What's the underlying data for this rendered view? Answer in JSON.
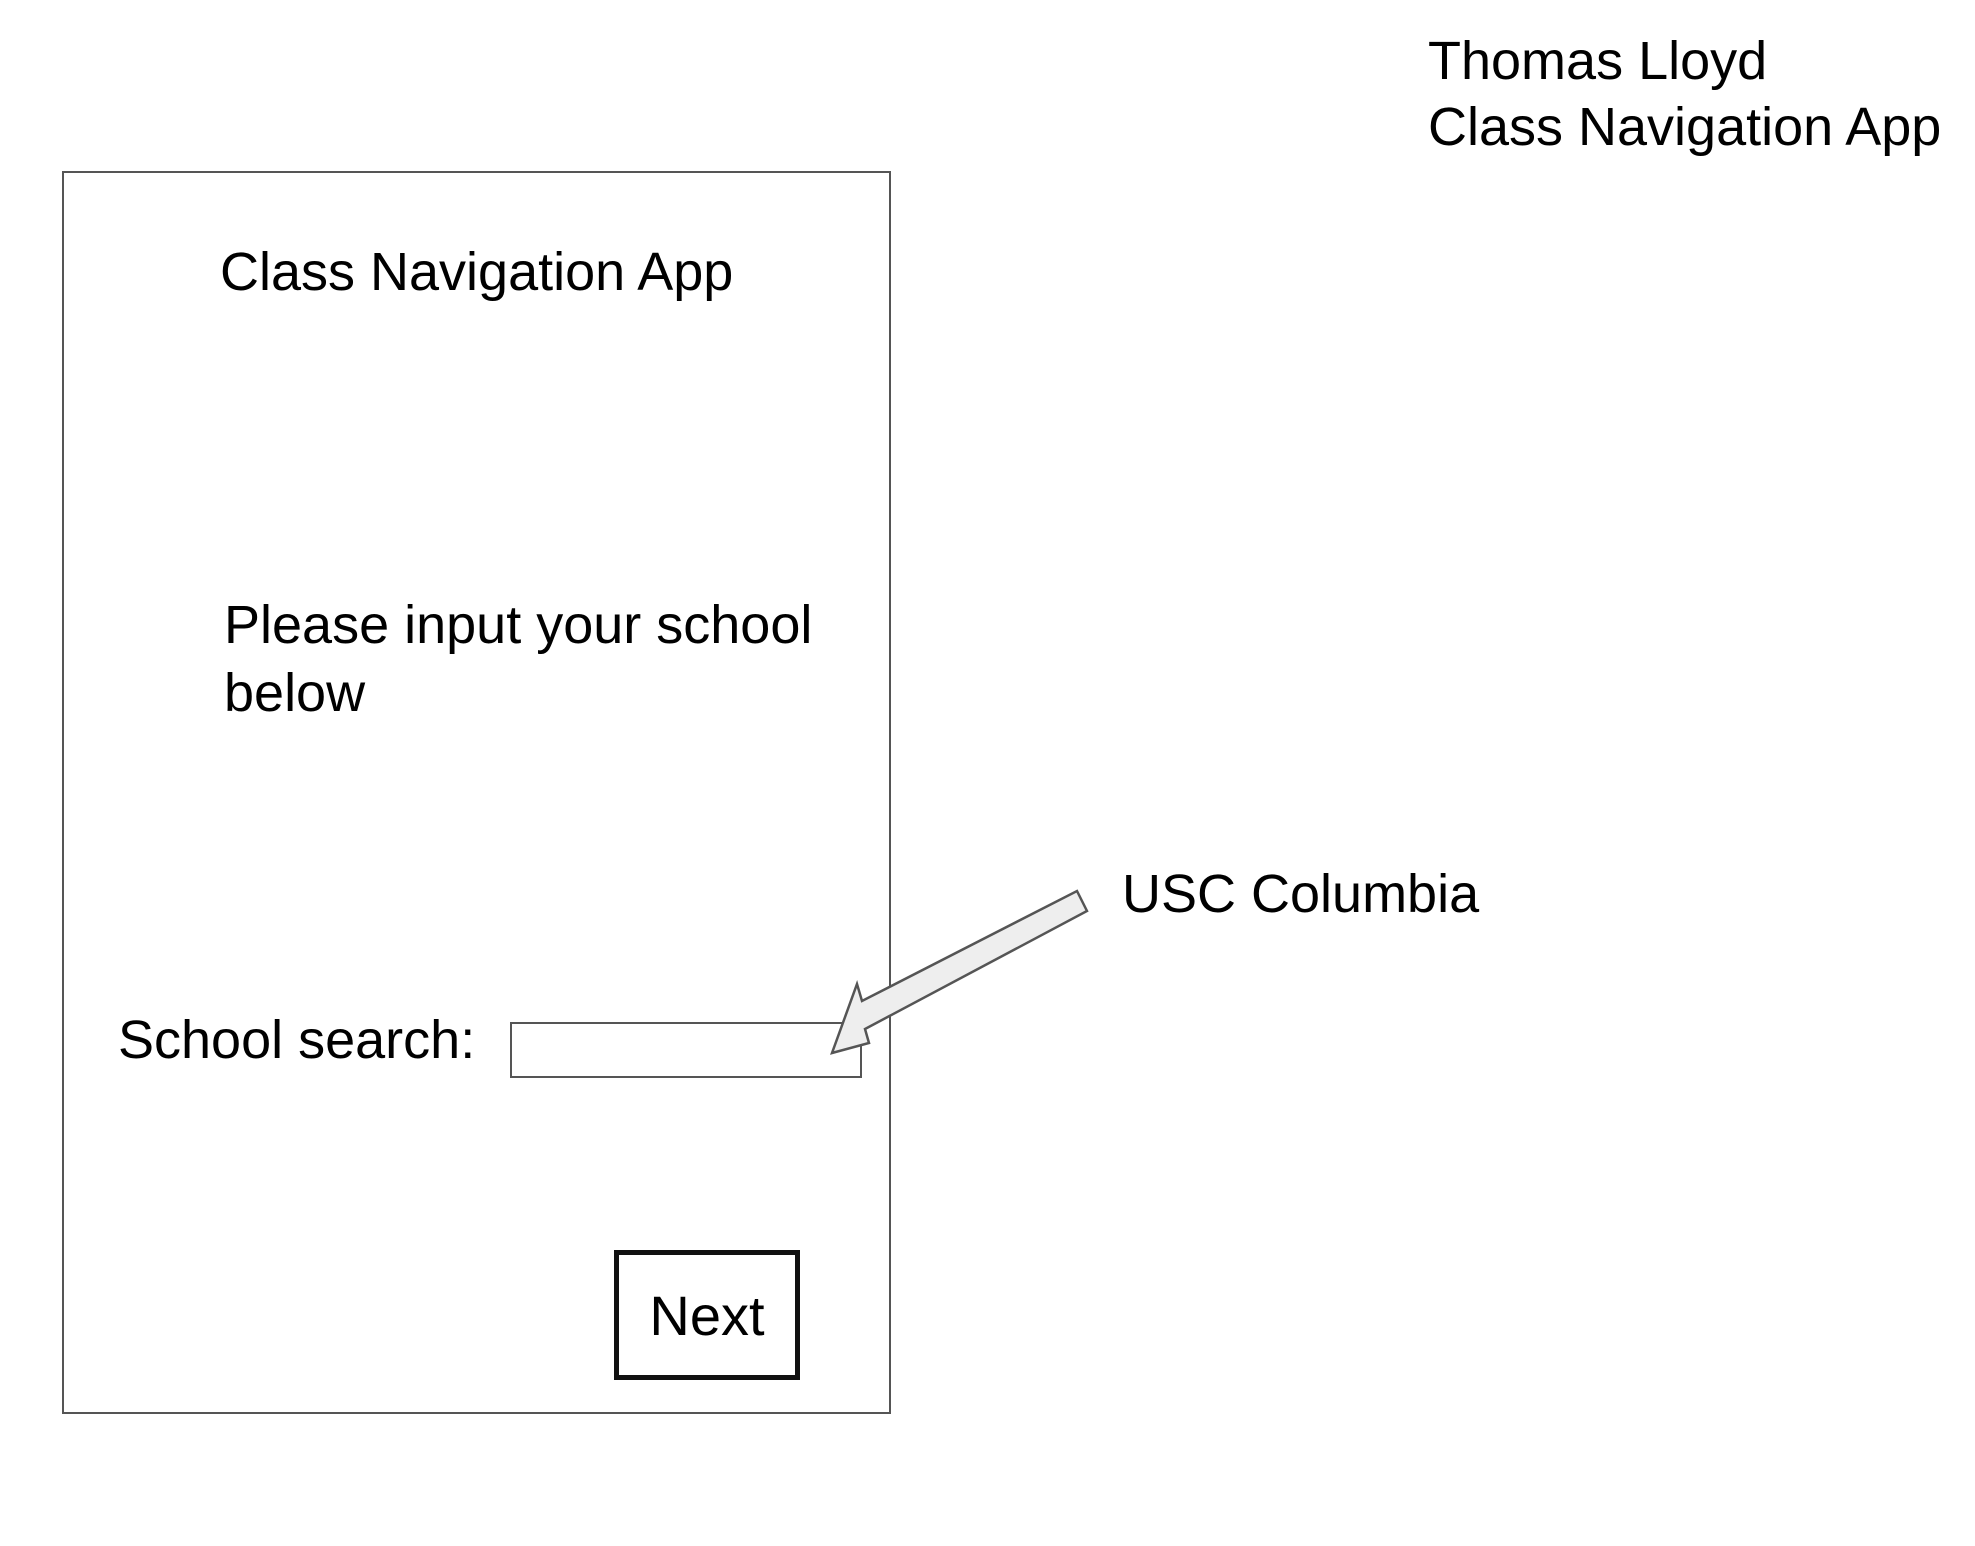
{
  "header": {
    "author": "Thomas Lloyd",
    "project": "Class Navigation App"
  },
  "screen": {
    "title": "Class Navigation App",
    "instruction": "Please input your school below",
    "search_label": "School search:",
    "search_value": "",
    "next_label": "Next"
  },
  "annotation": {
    "text": "USC Columbia",
    "arrow_icon": "arrow-left-down-icon",
    "arrow_color": "#eeeeee",
    "arrow_stroke": "#555555"
  }
}
